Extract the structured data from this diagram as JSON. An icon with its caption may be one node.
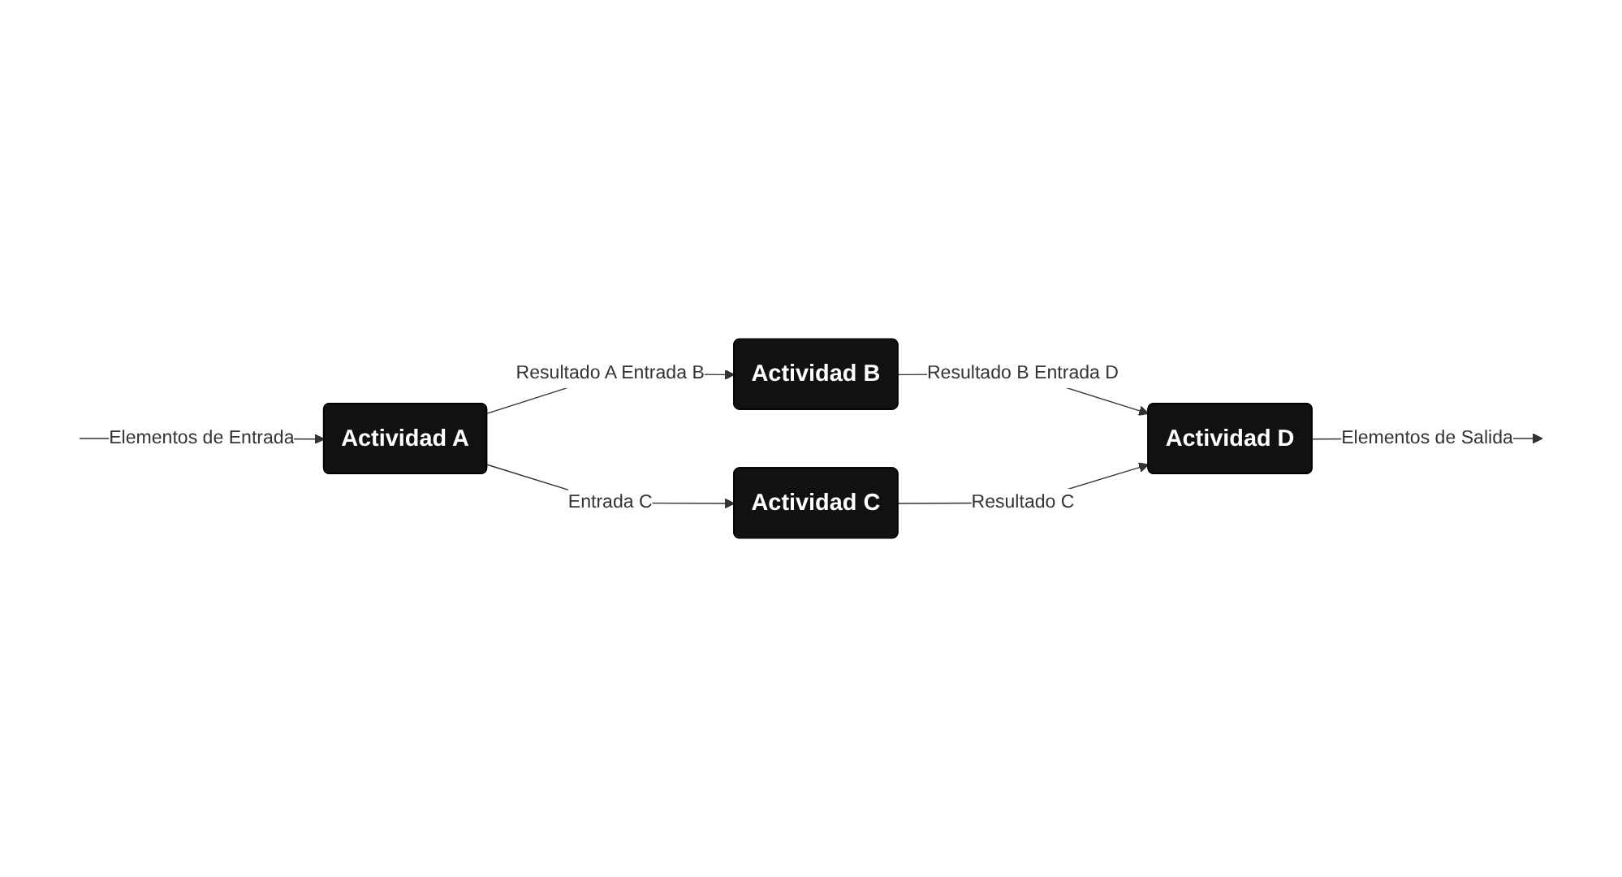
{
  "diagram": {
    "nodes": [
      {
        "text": [
          "Actividad A"
        ]
      },
      {
        "text": [
          "Actividad B"
        ]
      },
      {
        "text": [
          "Actividad C"
        ]
      },
      {
        "text": [
          "Actividad D"
        ]
      }
    ],
    "edges": [
      {
        "from": null,
        "to": 0,
        "arrow": "to",
        "label": "Elementos de Entrada"
      },
      {
        "from": 0,
        "to": 1,
        "arrow": "to",
        "label": "Resultado A Entrada B"
      },
      {
        "from": 0,
        "to": 2,
        "arrow": "to",
        "label": "Entrada C"
      },
      {
        "from": 1,
        "to": 3,
        "arrow": "to",
        "label": "Resultado B Entrada D"
      },
      {
        "from": 2,
        "to": 3,
        "arrow": "to",
        "label": "Resultado C"
      },
      {
        "from": 3,
        "to": null,
        "arrow": "to",
        "label": "Elementos de Salida"
      }
    ]
  }
}
